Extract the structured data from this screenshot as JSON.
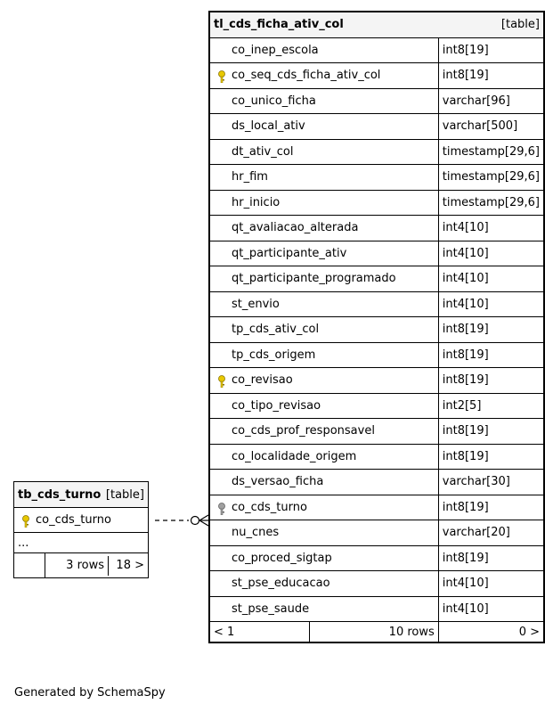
{
  "main_table": {
    "name": "tl_cds_ficha_ativ_col",
    "kind": "[table]",
    "columns": [
      {
        "name": "co_inep_escola",
        "type": "int8[19]",
        "key": "none"
      },
      {
        "name": "co_seq_cds_ficha_ativ_col",
        "type": "int8[19]",
        "key": "primary"
      },
      {
        "name": "co_unico_ficha",
        "type": "varchar[96]",
        "key": "none"
      },
      {
        "name": "ds_local_ativ",
        "type": "varchar[500]",
        "key": "none"
      },
      {
        "name": "dt_ativ_col",
        "type": "timestamp[29,6]",
        "key": "none"
      },
      {
        "name": "hr_fim",
        "type": "timestamp[29,6]",
        "key": "none"
      },
      {
        "name": "hr_inicio",
        "type": "timestamp[29,6]",
        "key": "none"
      },
      {
        "name": "qt_avaliacao_alterada",
        "type": "int4[10]",
        "key": "none"
      },
      {
        "name": "qt_participante_ativ",
        "type": "int4[10]",
        "key": "none"
      },
      {
        "name": "qt_participante_programado",
        "type": "int4[10]",
        "key": "none"
      },
      {
        "name": "st_envio",
        "type": "int4[10]",
        "key": "none"
      },
      {
        "name": "tp_cds_ativ_col",
        "type": "int8[19]",
        "key": "none"
      },
      {
        "name": "tp_cds_origem",
        "type": "int8[19]",
        "key": "none"
      },
      {
        "name": "co_revisao",
        "type": "int8[19]",
        "key": "primary"
      },
      {
        "name": "co_tipo_revisao",
        "type": "int2[5]",
        "key": "none"
      },
      {
        "name": "co_cds_prof_responsavel",
        "type": "int8[19]",
        "key": "none"
      },
      {
        "name": "co_localidade_origem",
        "type": "int8[19]",
        "key": "none"
      },
      {
        "name": "ds_versao_ficha",
        "type": "varchar[30]",
        "key": "none"
      },
      {
        "name": "co_cds_turno",
        "type": "int8[19]",
        "key": "foreign"
      },
      {
        "name": "nu_cnes",
        "type": "varchar[20]",
        "key": "none"
      },
      {
        "name": "co_proced_sigtap",
        "type": "int8[19]",
        "key": "none"
      },
      {
        "name": "st_pse_educacao",
        "type": "int4[10]",
        "key": "none"
      },
      {
        "name": "st_pse_saude",
        "type": "int4[10]",
        "key": "none"
      }
    ],
    "footer": {
      "parents": "< 1",
      "rows": "10 rows",
      "children": "0 >"
    }
  },
  "small_table": {
    "name": "tb_cds_turno",
    "kind": "[table]",
    "columns": [
      {
        "name": "co_cds_turno",
        "key": "primary"
      }
    ],
    "ellipsis": "...",
    "footer": {
      "parents": "",
      "rows": "3 rows",
      "children": "18 >"
    }
  },
  "colors": {
    "primary_key": "#e8c800",
    "foreign_key": "#a0a0a0",
    "header_bg": "#f4f4f4"
  },
  "generated_by": "Generated by SchemaSpy"
}
